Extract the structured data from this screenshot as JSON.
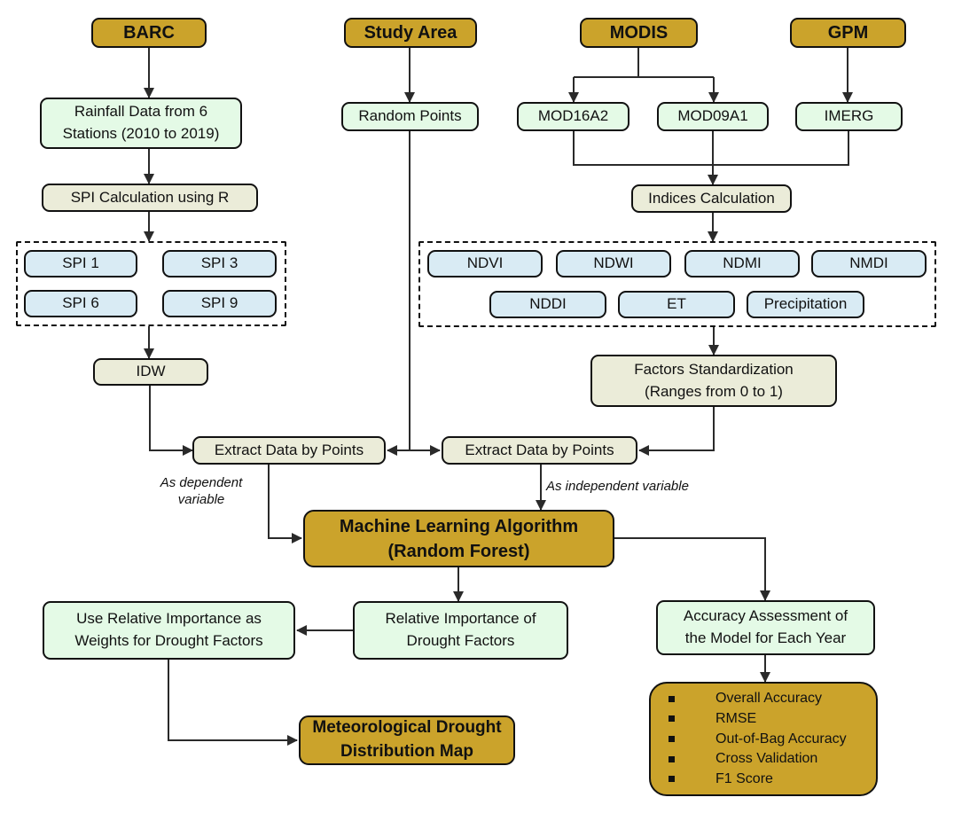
{
  "palette": {
    "gold": "#cba32b",
    "mint": "#e4fae6",
    "beige": "#ebecd9",
    "blue": "#d9ebf4",
    "line": "#2a2a2a"
  },
  "sources": {
    "barc": "BARC",
    "study_area": "Study Area",
    "modis": "MODIS",
    "gpm": "GPM"
  },
  "nodes": {
    "rainfall": "Rainfall Data from 6\nStations (2010 to 2019)",
    "random_points": "Random Points",
    "mod16a2": "MOD16A2",
    "mod09a1": "MOD09A1",
    "imerg": "IMERG",
    "spi_calculation": "SPI Calculation using R",
    "spi1": "SPI 1",
    "spi3": "SPI 3",
    "spi6": "SPI 6",
    "spi9": "SPI 9",
    "idw": "IDW",
    "indices_calculation": "Indices Calculation",
    "ndvi": "NDVI",
    "ndwi": "NDWI",
    "ndmi": "NDMI",
    "nmdi": "NMDI",
    "nddi": "NDDI",
    "et": "ET",
    "precipitation": "Precipitation",
    "factors_standardization": "Factors Standardization\n(Ranges from 0 to 1)",
    "extract_left": "Extract Data by Points",
    "extract_right": "Extract Data by Points",
    "ml_algorithm": "Machine Learning Algorithm\n(Random Forest)",
    "relative_importance": "Relative Importance of\nDrought Factors",
    "use_relative_importance": "Use Relative Importance as\nWeights for Drought Factors",
    "accuracy_assessment": "Accuracy Assessment of\nthe Model for Each Year",
    "meteorological_map": "Meteorological Drought\nDistribution Map"
  },
  "annotations": {
    "dependent": "As dependent\nvariable",
    "independent": "As independent variable"
  },
  "metrics": {
    "items": [
      "Overall Accuracy",
      "RMSE",
      "Out-of-Bag Accuracy",
      "Cross Validation",
      "F1 Score"
    ]
  }
}
